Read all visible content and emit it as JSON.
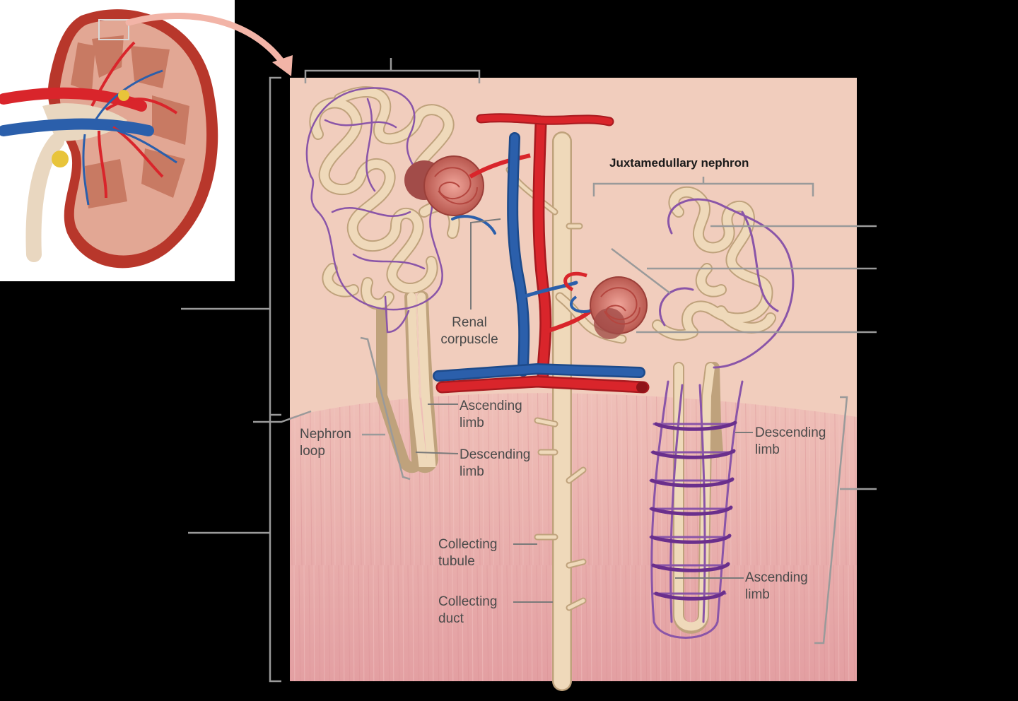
{
  "labels": {
    "juxtamedullary_nephron": "Juxtamedullary nephron",
    "renal_corpuscle": "Renal\ncorpuscle",
    "nephron_loop": "Nephron\nloop",
    "ascending_limb_cortical": "Ascending\nlimb",
    "descending_limb_cortical": "Descending\nlimb",
    "descending_limb_juxta": "Descending\nlimb",
    "ascending_limb_juxta": "Ascending\nlimb",
    "collecting_tubule": "Collecting\ntubule",
    "collecting_duct": "Collecting\nduct"
  },
  "colors": {
    "background": "#000000",
    "cortex": "#f1cdbd",
    "medulla": "#e8a9a8",
    "tubule": "#efd9ba",
    "tubule_outline": "#bfa27c",
    "artery": "#d9252b",
    "vein": "#2b5fab",
    "capillary": "#8a55a8",
    "leader": "#7a7a7a",
    "bracket": "#9a9a9a"
  }
}
